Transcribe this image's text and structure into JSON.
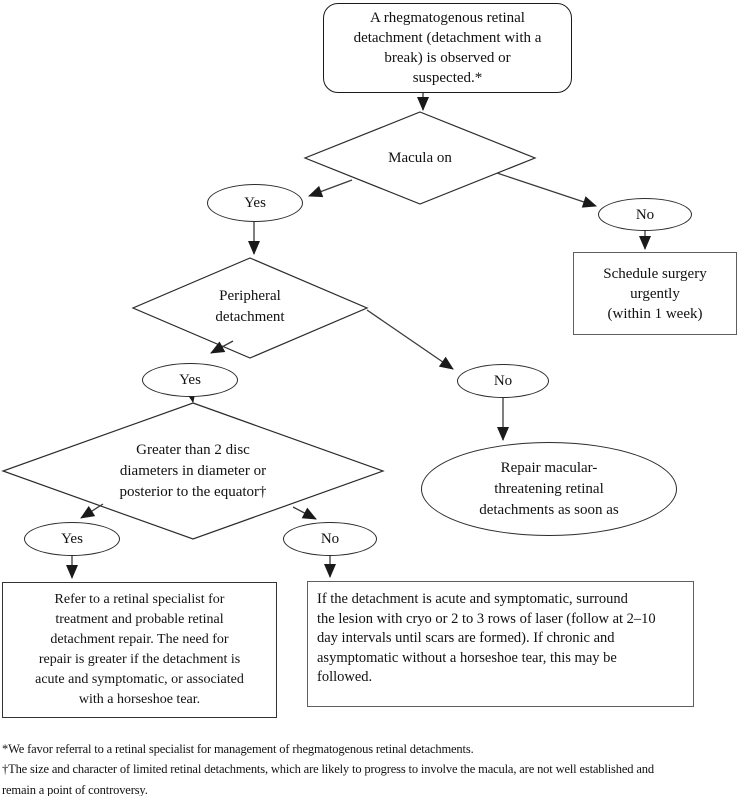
{
  "flowchart": {
    "nodes": {
      "start": "A rhegmatogenous retinal\ndetachment (detachment with a\nbreak) is observed or\nsuspected.*",
      "macula_decision": "Macula on",
      "macula_yes": "Yes",
      "macula_no": "No",
      "schedule_surgery": "Schedule surgery\nurgently\n(within 1 week)",
      "peripheral_decision": "Peripheral\ndetachment",
      "peripheral_yes": "Yes",
      "peripheral_no": "No",
      "repair_macular": "Repair macular-\nthreatening retinal\ndetachments as soon as",
      "size_decision": "Greater than 2 disc\ndiameters in diameter or\nposterior to the equator†",
      "size_yes": "Yes",
      "size_no": "No",
      "refer_specialist": "Refer to a retinal specialist for\ntreatment and probable retinal\ndetachment repair. The need for\nrepair is greater if the detachment is\nacute and symptomatic, or associated\nwith a horseshoe tear.",
      "laser_treatment": "If the detachment is acute and symptomatic, surround\nthe lesion with cryo or 2 to 3 rows of laser (follow at 2–10\nday intervals until scars are formed). If chronic and\nasymptomatic without a horseshoe tear, this may be\nfollowed."
    },
    "footnotes": {
      "asterisk": "*We favor referral to a retinal specialist for management of rhegmatogenous retinal detachments.",
      "dagger": "†The size and character of limited retinal detachments, which are likely to progress to involve the macula, are not well established and\nremain a point of controversy."
    },
    "colors": {
      "line": "#3a3a3a",
      "shape_border": "#2b2b2b",
      "arrowhead": "#1a1a1a",
      "background": "#ffffff",
      "text": "#111111"
    }
  }
}
